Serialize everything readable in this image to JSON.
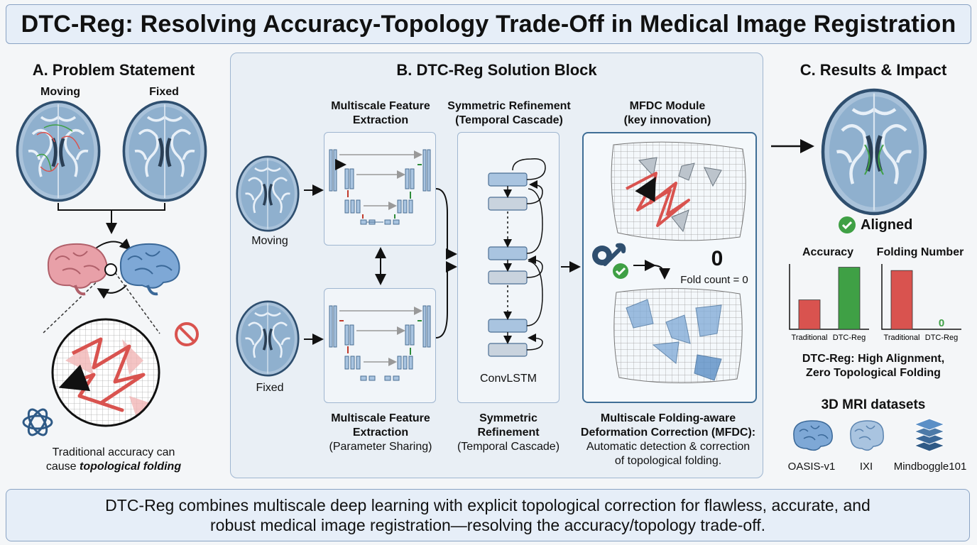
{
  "title": "DTC-Reg: Resolving Accuracy-Topology Trade-Off in Medical Image Registration",
  "panel_a": {
    "heading": "A. Problem Statement",
    "moving_label": "Moving",
    "fixed_label": "Fixed",
    "caption_line1": "Traditional accuracy can",
    "caption_prefix": "cause ",
    "caption_emphasis": "topological folding"
  },
  "panel_b": {
    "heading": "B. DTC-Reg Solution Block",
    "moving_label": "Moving",
    "fixed_label": "Fixed",
    "feature_top_title": "Multiscale Feature Extraction",
    "refine_top_title_1": "Symmetric Refinement",
    "refine_top_title_2": "(Temporal Cascade)",
    "mfdc_top_title_1": "MFDC Module",
    "mfdc_top_title_2": "(key innovation)",
    "convlstm_label": "ConvLSTM",
    "fold_value": "0",
    "fold_count_text": "Fold count = 0",
    "feature_bottom_title": "Multiscale Feature Extraction",
    "feature_bottom_sub": "(Parameter Sharing)",
    "refine_bottom_title_1": "Symmetric",
    "refine_bottom_title_2": "Refinement",
    "refine_bottom_sub": "(Temporal Cascade)",
    "mfdc_bottom_title_1": "Multiscale Folding-aware",
    "mfdc_bottom_title_2": "Deformation Correction (MFDC):",
    "mfdc_bottom_sub_1": "Automatic detection & correction",
    "mfdc_bottom_sub_2": "of topological folding."
  },
  "panel_c": {
    "heading": "C. Results & Impact",
    "aligned_label": "Aligned",
    "accuracy_title": "Accuracy",
    "folding_title": "Folding Number",
    "summary_line1": "DTC-Reg: High Alignment,",
    "summary_line2": "Zero Topological Folding",
    "datasets_title": "3D MRI datasets",
    "datasets": [
      "OASIS-v1",
      "IXI",
      "Mindboggle101"
    ]
  },
  "chart_data": [
    {
      "type": "bar",
      "title": "Accuracy",
      "categories": [
        "Traditional",
        "DTC-Reg"
      ],
      "values": [
        0.45,
        0.95
      ],
      "colors": [
        "#d9534f",
        "#3fa045"
      ]
    },
    {
      "type": "bar",
      "title": "Folding Number",
      "categories": [
        "Traditional",
        "DTC-Reg"
      ],
      "values": [
        0.9,
        0
      ],
      "value_labels": [
        "",
        "0"
      ],
      "colors": [
        "#d9534f",
        "#3fa045"
      ]
    }
  ],
  "footer": {
    "line1": "DTC-Reg combines multiscale deep learning with explicit topological correction for flawless, accurate, and",
    "line2": "robust medical image registration—resolving the accuracy/topology trade-off."
  },
  "colors": {
    "banner_bg": "#e6eef8",
    "panel_bg": "#e9eff5",
    "accent_blue": "#3f6e96",
    "warning_red": "#d9534f",
    "success_green": "#3fa045"
  }
}
